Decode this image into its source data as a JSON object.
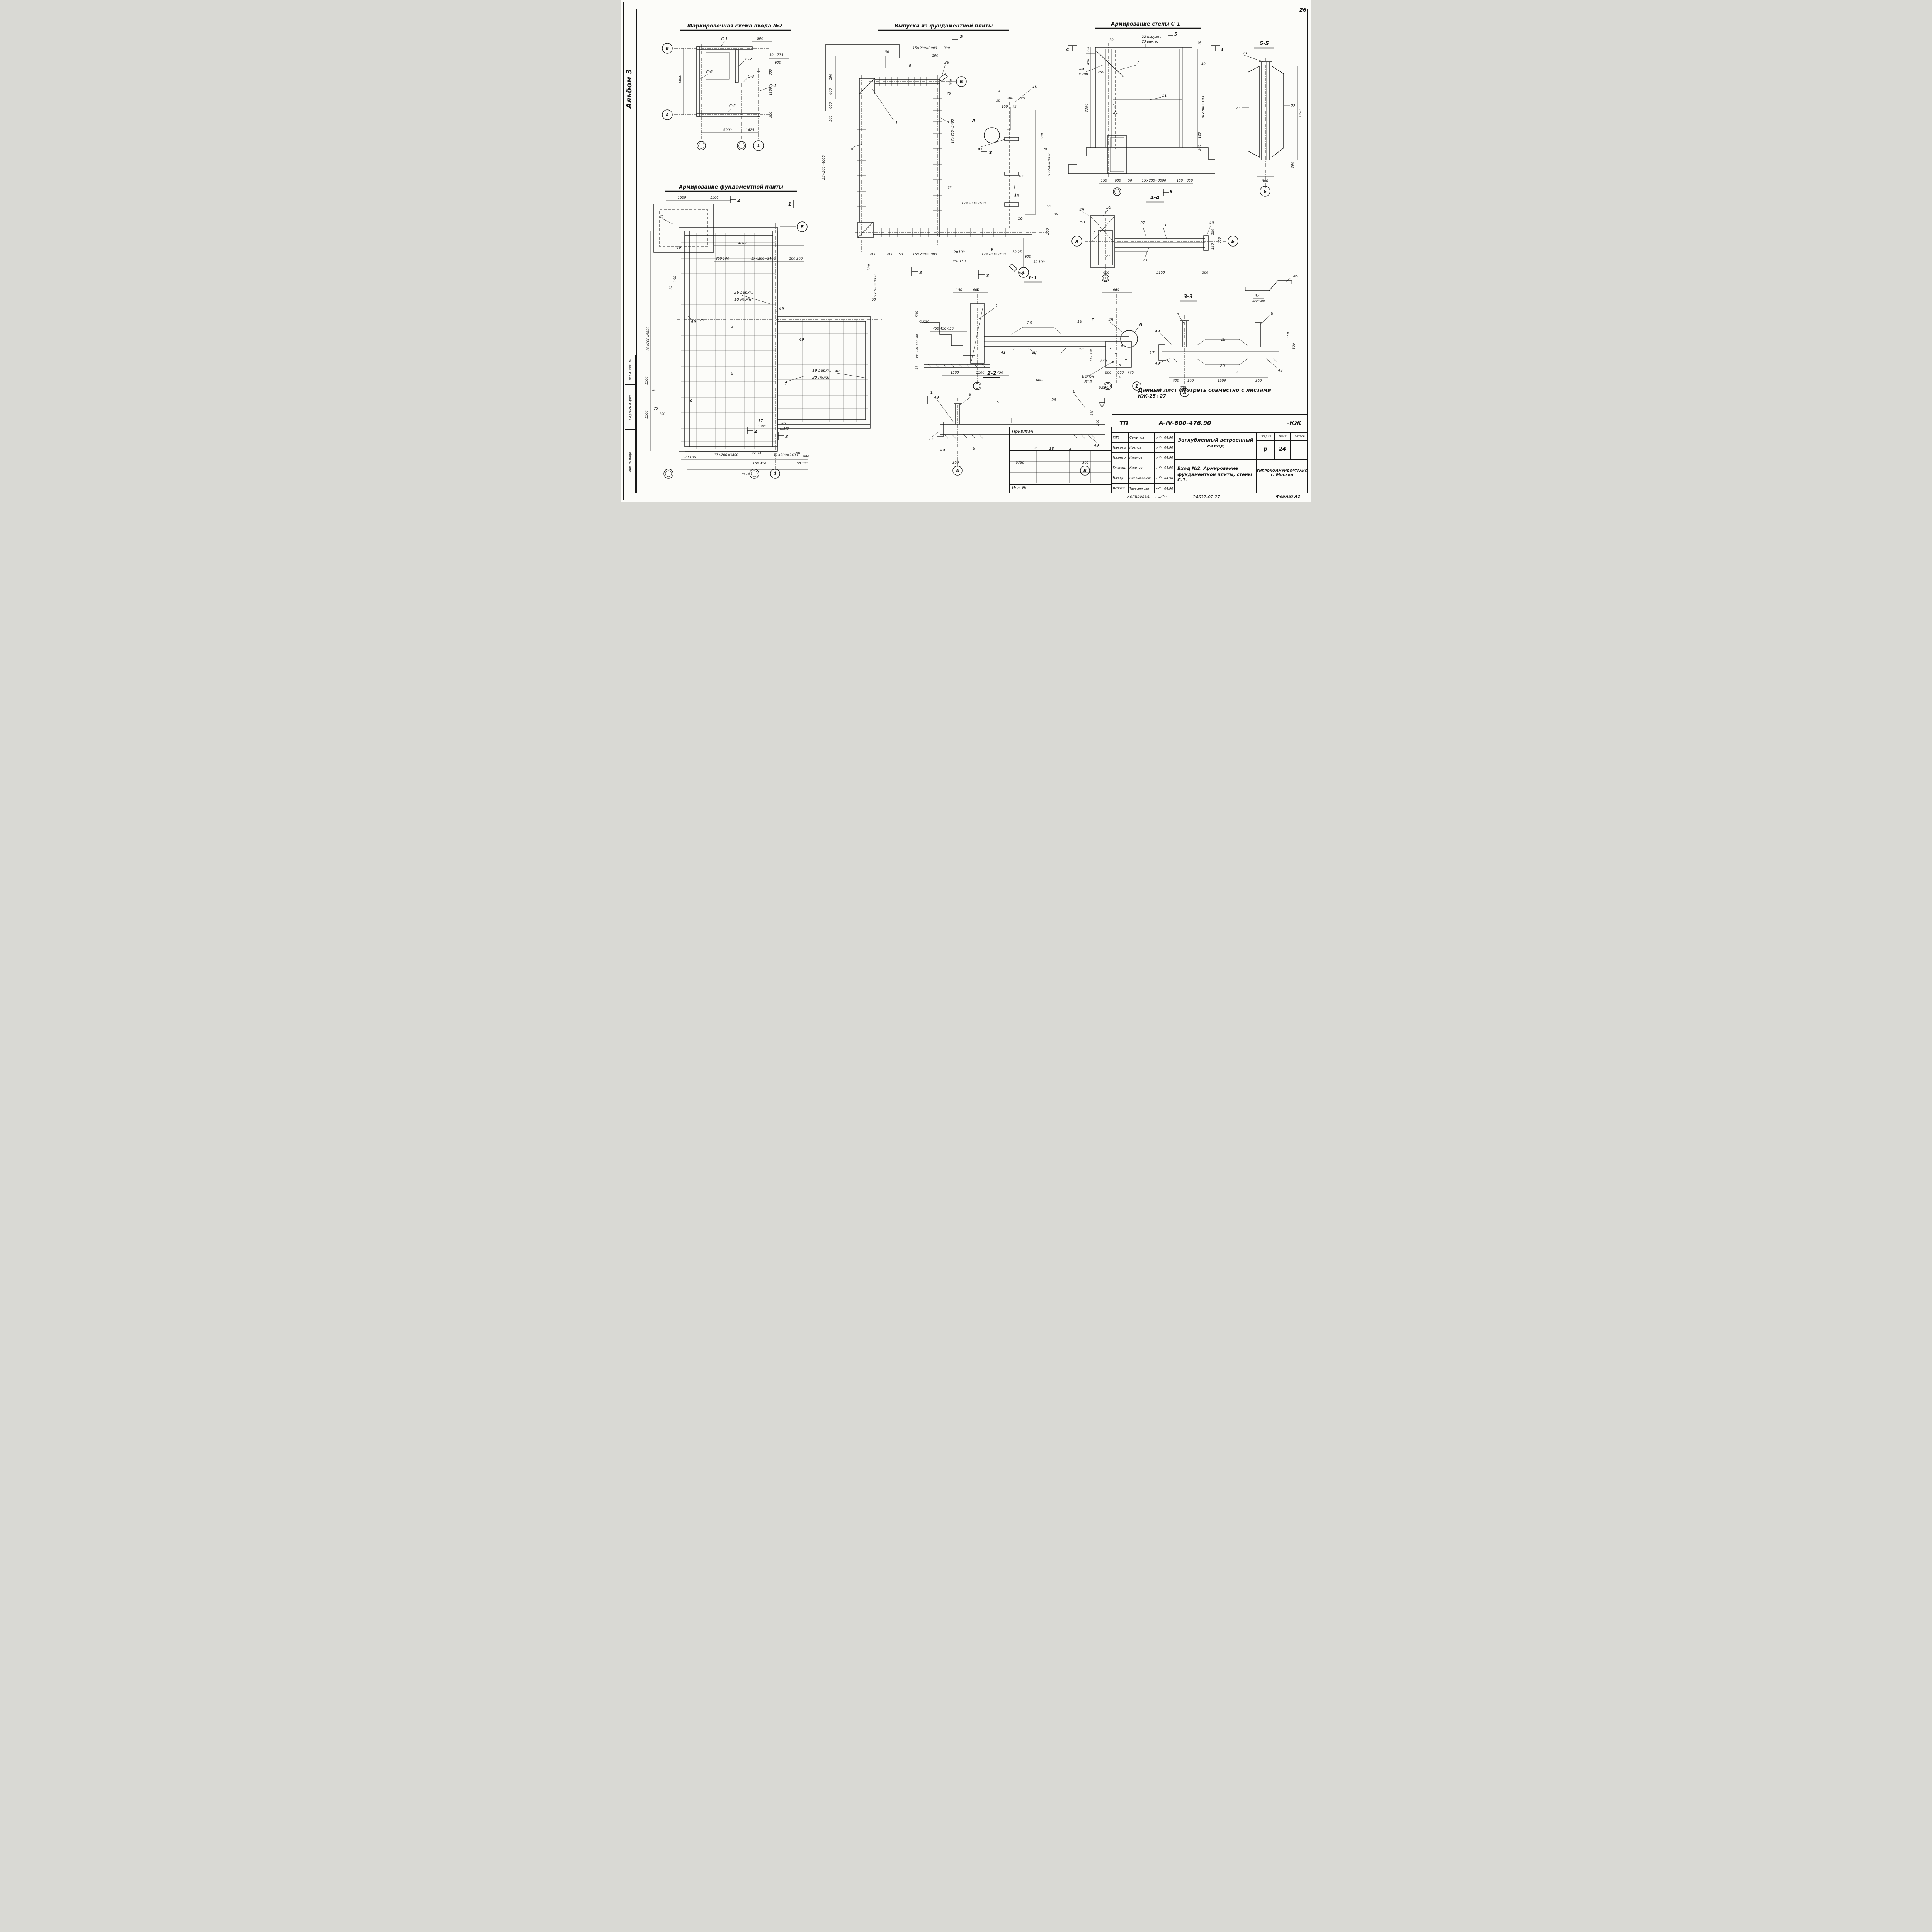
{
  "sheet": {
    "number": "26",
    "album": "Альбом 3",
    "stamps": [
      "Взам. инв. №",
      "Подпись и дата",
      "Инв. № подл."
    ],
    "note1": "Данный лист смотреть совместно с листами",
    "note2": "КЖ-25÷27"
  },
  "marking": {
    "title": "Маркировочная схема входа №2",
    "c": [
      "С-1",
      "С-2",
      "С-3",
      "С-4",
      "С-5",
      "С-6"
    ],
    "axes": [
      "Б",
      "А",
      "1"
    ],
    "dims": [
      "300",
      "50",
      "775",
      "600",
      "300",
      "1900",
      "300",
      "6000",
      "6000",
      "1425"
    ]
  },
  "vypuski": {
    "title": "Выпуски из фундаментной плиты",
    "labels": [
      "1",
      "8",
      "8",
      "8",
      "39",
      "39",
      "9",
      "9",
      "10",
      "10",
      "42",
      "43",
      "43",
      "А"
    ],
    "markers": [
      "2",
      "2",
      "3",
      "3"
    ],
    "axes": [
      "Б",
      "1"
    ],
    "dims": [
      "50",
      "15×200=3000",
      "100",
      "300",
      "100",
      "600",
      "600",
      "100",
      "23×200=4600",
      "75",
      "300",
      "17×200=3400",
      "75",
      "50",
      "200",
      "350",
      "100",
      "75",
      "12×200=2400",
      "9×200=1800",
      "300",
      "50",
      "50",
      "100",
      "200",
      "600",
      "600",
      "50",
      "15×200=3000",
      "2×100",
      "150 150",
      "12×200=2400",
      "50 25",
      "600",
      "50 100"
    ]
  },
  "wallc1": {
    "title": "Армирование стены С-1",
    "labels": [
      "2",
      "11",
      "21",
      "22 наружн.",
      "23 внутр.",
      "49",
      "ш.200"
    ],
    "markers": [
      "4",
      "4",
      "5",
      "5"
    ],
    "dims": [
      "50",
      "200",
      "450",
      "450",
      "3390",
      "70",
      "40",
      "16×200=3200",
      "120",
      "300",
      "150",
      "600",
      "50",
      "15×200=3000",
      "100",
      "300"
    ]
  },
  "sec55": {
    "title": "5-5",
    "labels": [
      "11",
      "23",
      "22"
    ],
    "dims": [
      "3390",
      "300",
      "300"
    ],
    "axis": "Б"
  },
  "found": {
    "title": "Армирование фундаментной плиты",
    "labels": [
      "41",
      "49",
      "49",
      "25",
      "4",
      "26 верхн.",
      "18 нижн.",
      "49",
      "5",
      "49",
      "19 верхн.",
      "20 нижн.",
      "7",
      "48",
      "6",
      "17",
      "ш.200",
      "49",
      "ш.200",
      "41"
    ],
    "markers": [
      "2",
      "1",
      "2",
      "3"
    ],
    "axes": [
      "Б",
      "1"
    ],
    "dims": [
      "1500",
      "1500",
      "4200",
      "300 100",
      "17×200=3400",
      "100 300",
      "150",
      "75",
      "28×200=5600",
      "1500",
      "1500",
      "75",
      "100",
      "9×200=1800",
      "300",
      "50",
      "300 100",
      "17×200=3400",
      "2×100",
      "150 450",
      "12×200=2400",
      "50",
      "600",
      "50 175",
      "7575"
    ]
  },
  "sec44": {
    "title": "4-4",
    "labels": [
      "49",
      "50",
      "50",
      "2",
      "21",
      "22",
      "11",
      "23",
      "40"
    ],
    "dims": [
      "150",
      "150",
      "300",
      "600",
      "3150",
      "300"
    ],
    "axes": [
      "А",
      "Б"
    ]
  },
  "det47": {
    "labels": [
      "47",
      "шаг 500",
      "48"
    ]
  },
  "sec11": {
    "title": "1-1",
    "labels": [
      "1",
      "26",
      "19",
      "7",
      "48",
      "41",
      "6",
      "18",
      "20",
      "А",
      "Бетон",
      "В15",
      "-5.690"
    ],
    "dims": [
      "150",
      "600",
      "450 450 450",
      "500",
      "300 300 300 300",
      "35",
      "330 330",
      "660",
      "660",
      "1500",
      "1500",
      "450",
      "6000",
      "600",
      "775",
      "50",
      "600"
    ],
    "axis": "1"
  },
  "sec33": {
    "title": "3-3",
    "labels": [
      "8",
      "8",
      "49",
      "49",
      "49",
      "17",
      "19",
      "20",
      "7"
    ],
    "dims": [
      "350",
      "300",
      "400",
      "100",
      "1900",
      "300",
      "200"
    ],
    "axis": "А"
  },
  "sec22": {
    "title": "2-2",
    "labels": [
      "49",
      "8",
      "5",
      "26",
      "8",
      "17",
      "49",
      "6",
      "4",
      "18",
      "3",
      "49",
      "-5.090"
    ],
    "dims": [
      "350",
      "300",
      "300",
      "5750",
      "300"
    ],
    "axes": [
      "А",
      "Б"
    ],
    "marker": "1"
  },
  "tb": {
    "doc_tp": "ТП",
    "doc_code": "А-IV-600-476.90",
    "doc_kzh": "-КЖ",
    "privyazan": "Привязан",
    "inv": "Инв. №",
    "rows": [
      {
        "role": "ГИП",
        "name": "Самитов",
        "date": "04.90"
      },
      {
        "role": "Нач.отд",
        "name": "Козлов",
        "date": "04.90"
      },
      {
        "role": "Н.контр.",
        "name": "Климов",
        "date": "04.90"
      },
      {
        "role": "Гл.спец.",
        "name": "Климов",
        "date": "04.90"
      },
      {
        "role": "Нач.гр.",
        "name": "Смольянинова",
        "date": "04.90"
      },
      {
        "role": "Исполн.",
        "name": "Тарасенкова",
        "date": "04.90"
      }
    ],
    "project1": "Заглубленный встроенный",
    "project2": "склад",
    "task1": "Вход №2. Армирование",
    "task2": "фундаментной плиты, стены С-1.",
    "stage_h": "Стадия",
    "list_h": "Лист",
    "listov_h": "Листов",
    "stage": "р",
    "list": "24",
    "listov": "",
    "org1": "ГИПРОКОММУНДОРТРАНС",
    "org2": "г. Москва",
    "copied": "Копировал:",
    "order": "24637-02   27",
    "format": "Формат А2"
  }
}
